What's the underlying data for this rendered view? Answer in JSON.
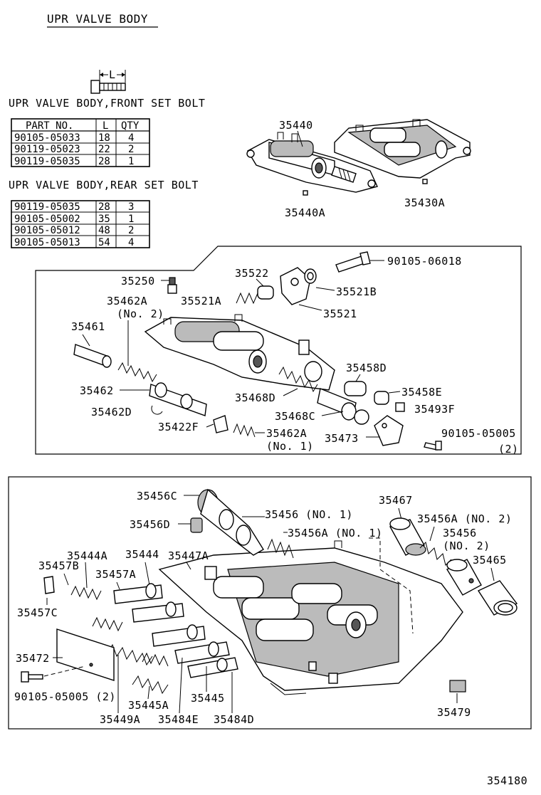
{
  "title": "UPR VALVE BODY",
  "bolt_dimension_label": "L",
  "front_bolt_table": {
    "heading": "UPR VALVE BODY,FRONT SET BOLT",
    "columns": [
      "PART NO.",
      "L",
      "QTY"
    ],
    "rows": [
      [
        "90105-05033",
        "18",
        "4"
      ],
      [
        "90119-05023",
        "22",
        "2"
      ],
      [
        "90119-05035",
        "28",
        "1"
      ]
    ]
  },
  "rear_bolt_table": {
    "heading": "UPR VALVE BODY,REAR SET BOLT",
    "rows": [
      [
        "90119-05035",
        "28",
        "3"
      ],
      [
        "90105-05002",
        "35",
        "1"
      ],
      [
        "90105-05012",
        "48",
        "2"
      ],
      [
        "90105-05013",
        "54",
        "4"
      ]
    ]
  },
  "top_labels": {
    "p35440": "35440",
    "p35440A": "35440A",
    "p35430A": "35430A"
  },
  "middle_labels": {
    "p90105_06018": "90105-06018",
    "p35250": "35250",
    "p35522": "35522",
    "p35521A": "35521A",
    "p35521B": "35521B",
    "p35521": "35521",
    "p35462A_2": "35462A",
    "p35462A_2_note": "(No. 2)",
    "p35461": "35461",
    "p35462": "35462",
    "p35462D": "35462D",
    "p35422F": "35422F",
    "p35462A_1": "35462A",
    "p35462A_1_note": "(No. 1)",
    "p35468D": "35468D",
    "p35468C": "35468C",
    "p35458D": "35458D",
    "p35458E": "35458E",
    "p35493F": "35493F",
    "p35473": "35473",
    "p90105_05005": "90105-05005",
    "p90105_05005_qty": "(2)"
  },
  "bottom_labels": {
    "p35456C": "35456C",
    "p35456_1": "35456 (NO. 1)",
    "p35456D": "35456D",
    "p35456A_1": "35456A (NO. 1)",
    "p35467": "35467",
    "p35456A_2": "35456A (NO. 2)",
    "p35456_2": "35456",
    "p35456_2_note": "(NO. 2)",
    "p35465": "35465",
    "p35444A": "35444A",
    "p35444": "35444",
    "p35447A": "35447A",
    "p35457B": "35457B",
    "p35457A": "35457A",
    "p35457C": "35457C",
    "p35472": "35472",
    "p90105_05005_2": "90105-05005 (2)",
    "p35445": "35445",
    "p35445A": "35445A",
    "p35449A": "35449A",
    "p35484E": "35484E",
    "p35484D": "35484D",
    "p35479": "35479"
  },
  "figure_id": "354180"
}
